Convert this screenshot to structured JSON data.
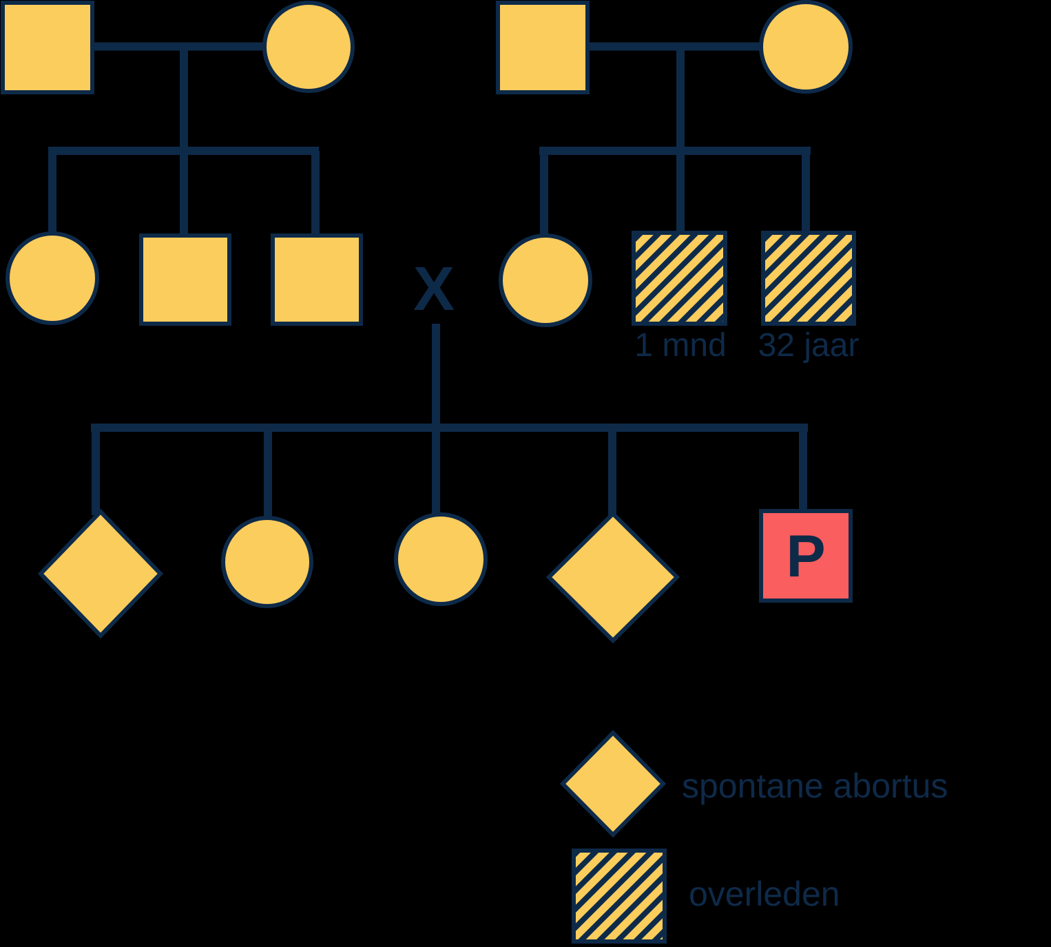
{
  "diagram": {
    "type": "pedigree-family-tree",
    "union_symbol": "X",
    "proband_label": "P",
    "deceased": {
      "child1_age": "1 mnd",
      "child2_age": "32 jaar"
    },
    "legend": {
      "spontaneous_abortion": "spontane abortus",
      "deceased": "overleden"
    }
  },
  "colors": {
    "background": "#000000",
    "individual_fill": "#FBCD5D",
    "line_and_text": "#0E2A49",
    "proband_fill": "#FB5E5E"
  }
}
